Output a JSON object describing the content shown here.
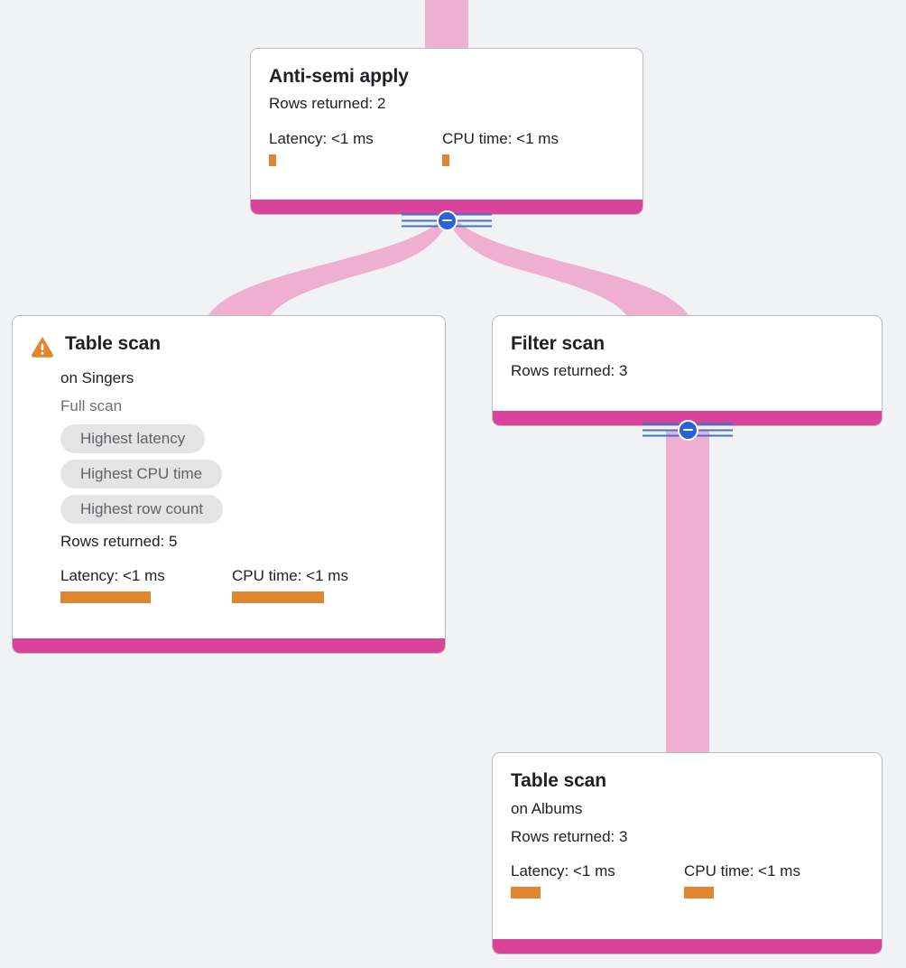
{
  "canvas": {
    "background_color": "#f1f2f4",
    "edge_color": "#eeafd0",
    "footer_color": "#d9449a",
    "metric_bar_color": "#e08631",
    "toggle_color": "#2b62d9",
    "warning_color": "#e08631"
  },
  "nodes": {
    "anti_semi_apply": {
      "title": "Anti-semi apply",
      "rows_returned": "Rows returned: 2",
      "latency_label": "Latency: <1 ms",
      "cpu_label": "CPU time: <1 ms",
      "latency_bar_width": 8,
      "cpu_bar_width": 8
    },
    "table_scan_singers": {
      "title": "Table scan",
      "on_table": "on Singers",
      "scan_type": "Full scan",
      "chips": [
        "Highest latency",
        "Highest CPU time",
        "Highest row count"
      ],
      "rows_returned": "Rows returned: 5",
      "latency_label": "Latency: <1 ms",
      "cpu_label": "CPU time: <1 ms",
      "latency_bar_width": 100,
      "cpu_bar_width": 102,
      "warning_icon": "warning-triangle-icon"
    },
    "filter_scan": {
      "title": "Filter scan",
      "rows_returned": "Rows returned: 3"
    },
    "table_scan_albums": {
      "title": "Table scan",
      "on_table": "on Albums",
      "rows_returned": "Rows returned: 3",
      "latency_label": "Latency: <1 ms",
      "cpu_label": "CPU time: <1 ms",
      "latency_bar_width": 33,
      "cpu_bar_width": 33
    }
  },
  "toggles": {
    "anti_semi_apply_collapse": "minus-circle-icon",
    "filter_scan_collapse": "minus-circle-icon"
  }
}
